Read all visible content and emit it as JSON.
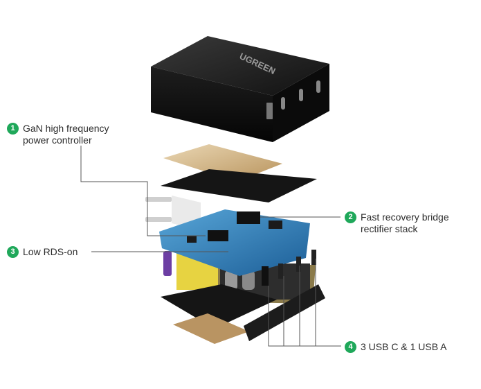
{
  "brand": "UGREEN",
  "accent_color": "#1fa85a",
  "callouts": [
    {
      "number": "1",
      "line1": "GaN high frequency",
      "line2": "power controller"
    },
    {
      "number": "2",
      "line1": "Fast recovery bridge",
      "line2": "rectifier stack"
    },
    {
      "number": "3",
      "line1": "Low RDS-on",
      "line2": ""
    },
    {
      "number": "4",
      "line1": "3 USB C & 1 USB A",
      "line2": ""
    }
  ]
}
